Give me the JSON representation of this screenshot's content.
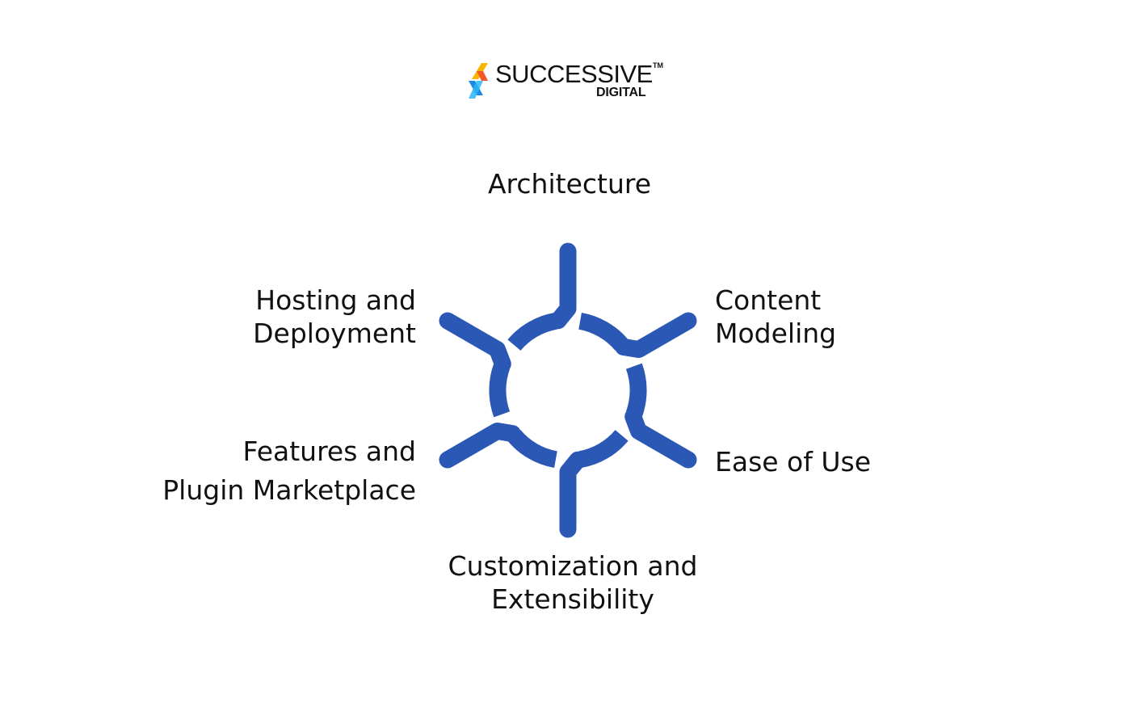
{
  "brand": {
    "name": "SUCCESSIVE",
    "trademark": "TM",
    "sub": "DIGITAL",
    "logo_icon": "chevron-mark-icon",
    "colors": {
      "yellow": "#F7B500",
      "orange": "#F05A28",
      "blue": "#1E88E5",
      "cyan": "#29B6F6"
    }
  },
  "diagram": {
    "color": "#2B58B5",
    "hub_icon": "hub-spokes-icon",
    "labels": {
      "top": [
        "Architecture"
      ],
      "top_right": [
        "Content",
        "Modeling"
      ],
      "bottom_right": [
        "Ease of Use"
      ],
      "bottom": [
        "Customization and",
        "Extensibility"
      ],
      "bottom_left": [
        "Features and",
        "Plugin Marketplace"
      ],
      "top_left": [
        "Hosting and",
        "Deployment"
      ]
    }
  }
}
